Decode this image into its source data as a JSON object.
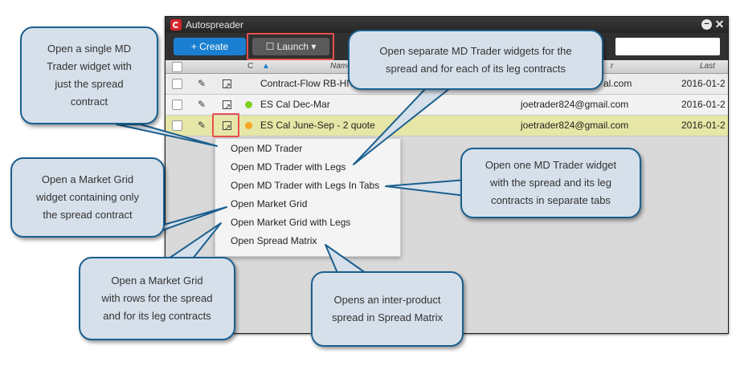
{
  "window": {
    "title": "Autospreader"
  },
  "toolbar": {
    "create_label": "+ Create",
    "launch_label": "☐ Launch ▾"
  },
  "grid": {
    "headers": {
      "c": "C",
      "name": "Name",
      "user": "r",
      "last": "Last"
    },
    "rows": [
      {
        "name": "Contract-Flow RB-HN",
        "user": "al.com",
        "date": "2016-01-2",
        "dot": ""
      },
      {
        "name": "ES Cal Dec-Mar",
        "user": "joetrader824@gmail.com",
        "date": "2016-01-2",
        "dot": "#7bd21c"
      },
      {
        "name": "ES Cal June-Sep - 2 quote",
        "user": "joetrader824@gmail.com",
        "date": "2016-01-2",
        "dot": "#f5a623"
      }
    ]
  },
  "launch_menu": {
    "items": [
      "Open MD Trader",
      "Open MD Trader with Legs",
      "Open MD Trader with Legs In Tabs",
      "Open Market Grid",
      "Open Market Grid with Legs",
      "Open Spread Matrix"
    ]
  },
  "callouts": {
    "md_trader": [
      "Open a single MD",
      "Trader widget with",
      "just the spread",
      "contract"
    ],
    "md_trader_legs": [
      "Open separate MD Trader widgets for the",
      "spread and for each of its leg contracts"
    ],
    "market_grid": [
      "Open a Market Grid",
      "widget containing only",
      "the spread contract"
    ],
    "md_trader_tabs": [
      "Open one MD Trader widget",
      "with the spread and its leg",
      "contracts in separate tabs"
    ],
    "market_grid_legs": [
      "Open a Market Grid",
      "with rows for the spread",
      "and for its leg contracts"
    ],
    "spread_matrix": [
      "Opens an inter-product",
      "spread in Spread Matrix"
    ]
  },
  "colors": {
    "callout_fill": "#d6e0ea",
    "callout_border": "#1b5f8f",
    "highlight": "#e85050",
    "accent": "#1a7fd0"
  }
}
